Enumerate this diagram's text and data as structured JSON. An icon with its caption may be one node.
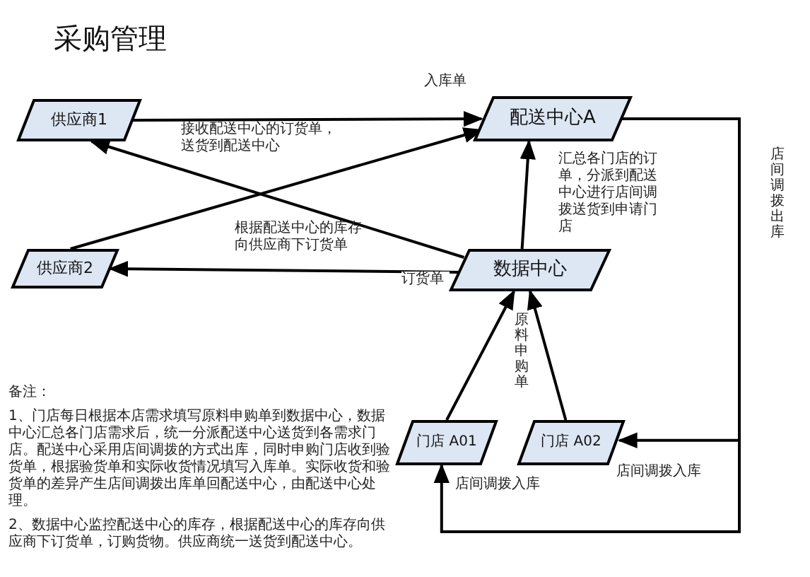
{
  "diagram": {
    "title": "采购管理",
    "nodes": [
      {
        "text": [
          "供应商1"
        ]
      },
      {
        "text": [
          "配送中心A"
        ]
      },
      {
        "text": [
          "供应商2"
        ]
      },
      {
        "text": [
          "数据中心"
        ]
      },
      {
        "text": [
          "门店 A01"
        ]
      },
      {
        "text": [
          "门店 A02"
        ]
      }
    ],
    "edges": [
      {
        "from": 0,
        "to": 1,
        "arrow": "to",
        "label": "入库单"
      },
      {
        "from": 2,
        "to": 1,
        "arrow": "to"
      },
      {
        "from": 3,
        "to": 0,
        "arrow": "to"
      },
      {
        "from": 3,
        "to": 2,
        "arrow": "to",
        "label": "订货单"
      },
      {
        "from": 3,
        "to": 1,
        "arrow": "to",
        "label": "汇总各门店的订单，分派到配送中心进行店间调拨送货到申请门店"
      },
      {
        "from": 4,
        "to": 3,
        "arrow": "to"
      },
      {
        "from": 5,
        "to": 3,
        "arrow": "to"
      },
      {
        "from": 1,
        "to": 5,
        "arrow": "to",
        "label": "店间调拨入库"
      },
      {
        "from": 1,
        "to": 4,
        "arrow": "to",
        "label": "店间调拨入库"
      }
    ],
    "labels": [
      "接收配送中心的订货单，送货到配送中心",
      "根据配送中心的库存向供应商下订货单",
      "店间调拨出库",
      "原料申购单",
      "备注：",
      "1、门店每日根据本店需求填写原料申购单到数据中心，数据中心汇总各门店需求后，统一分派配送中心送货到各需求门店。配送中心采用店间调拨的方式出库，同时申购门店收到验货单，根据验货单和实际收货情况填写入库单。实际收货和验货单的差异产生店间调拨出库单回配送中心，由配送中心处理。",
      "2、数据中心监控配送中心的库存，根据配送中心的库存向供应商下订货单，订购货物。供应商统一送货到配送中心。"
    ]
  }
}
